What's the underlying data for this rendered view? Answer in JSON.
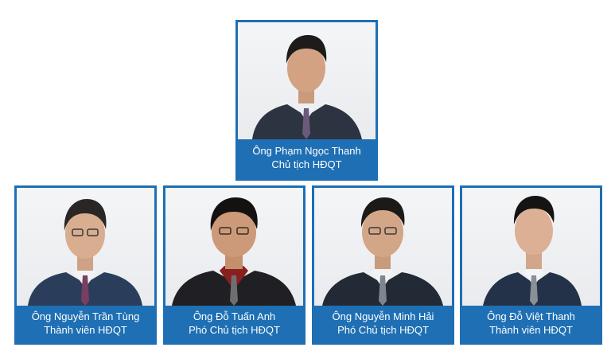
{
  "board": {
    "chair": {
      "name": "Ông Phạm Ngọc Thanh",
      "role": "Chủ tịch HĐQT"
    },
    "members": [
      {
        "name": "Ông Nguyễn Trần Tùng",
        "role": "Thành viên HĐQT"
      },
      {
        "name": "Ông Đỗ Tuấn Anh",
        "role": "Phó Chủ tịch HĐQT"
      },
      {
        "name": "Ông Nguyễn Minh Hải",
        "role": "Phó Chủ tịch HĐQT"
      },
      {
        "name": "Ông Đỗ Việt Thanh",
        "role": "Thành viên HĐQT"
      }
    ]
  },
  "colors": {
    "card_blue": "#1e6fb4",
    "caption_text": "#ffffff",
    "background": "#ffffff"
  }
}
